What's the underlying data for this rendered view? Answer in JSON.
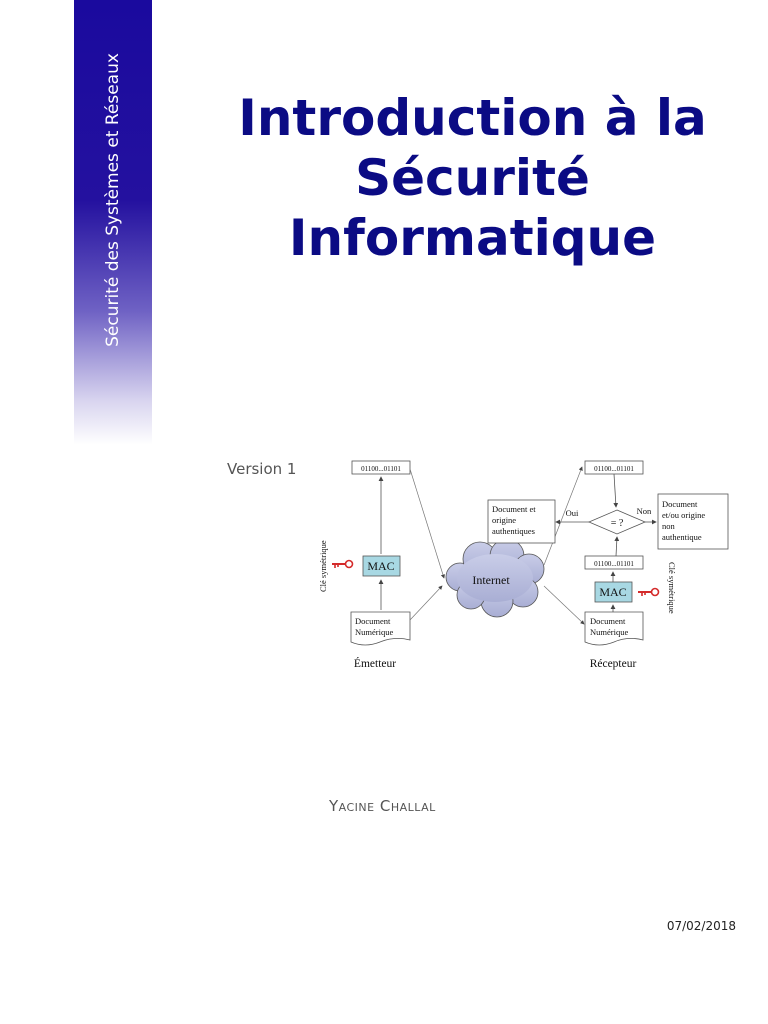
{
  "sidebar": {
    "text": "Sécurité des Systèmes et Réseaux",
    "color": "#1a0a9e"
  },
  "title": {
    "line1": "Introduction à la",
    "line2": "Sécurité",
    "line3": "Informatique",
    "color": "#0b0b84"
  },
  "version": "Version 1",
  "figure": {
    "sender_bits": "01100...01101",
    "receiver_top_bits": "01100...01101",
    "receiver_mid_bits": "01100...01101",
    "mac_left": "MAC",
    "mac_right": "MAC",
    "key_label_left": "Clé symétrique",
    "key_label_right": "Clé symétrique",
    "doc_left_line1": "Document",
    "doc_left_line2": "Numérique",
    "doc_right_line1": "Document",
    "doc_right_line2": "Numérique",
    "internet": "Internet",
    "compare": "= ?",
    "yes": "Oui",
    "no": "Non",
    "auth_line1": "Document et",
    "auth_line2": "origine",
    "auth_line3": "authentiques",
    "nonauth_line1": "Document",
    "nonauth_line2": "et/ou origine",
    "nonauth_line3": "non",
    "nonauth_line4": "authentique",
    "sender": "Émetteur",
    "receiver": "Récepteur"
  },
  "author": "Yacine Challal",
  "date": "07/02/2018"
}
